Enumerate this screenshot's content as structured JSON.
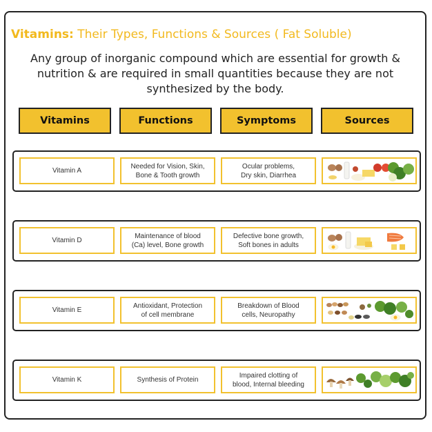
{
  "title": {
    "highlight": "Vitamins:",
    "rest": " Their Types, Functions & Sources ( Fat Soluble)"
  },
  "intro": "Any group of inorganic compound which are essential for growth & nutrition & are required in small quantities because they are not synthesized by the body.",
  "headers": [
    "Vitamins",
    "Functions",
    "Symptoms",
    "Sources"
  ],
  "rows": [
    {
      "vitamin": "Vitamin A",
      "function": [
        "Needed for Vision, Skin,",
        "Bone & Tooth growth"
      ],
      "symptoms": [
        "Ocular problems,",
        "Dry skin, Diarrhea"
      ],
      "sources_icons": [
        "potato-icon",
        "milk-bottle-icon",
        "cheese-icon",
        "tomato-icon",
        "broccoli-icon",
        "cabbage-icon"
      ]
    },
    {
      "vitamin": "Vitamin D",
      "function": [
        "Maintenance of blood",
        "(Ca) level, Bone growth"
      ],
      "symptoms": [
        "Defective bone growth,",
        "Soft bones in adults"
      ],
      "sources_icons": [
        "potato-icon",
        "milk-bottle-icon",
        "cheese-icon",
        "salmon-icon",
        "egg-icon"
      ]
    },
    {
      "vitamin": "Vitamin E",
      "function": [
        "Antioxidant, Protection",
        "of cell membrane"
      ],
      "symptoms": [
        "Breakdown of Blood",
        "cells, Neuropathy"
      ],
      "sources_icons": [
        "nuts-icon",
        "seeds-icon",
        "broccoli-icon",
        "cabbage-icon",
        "egg-icon"
      ]
    },
    {
      "vitamin": "Vitamin K",
      "function": [
        "Synthesis of Protein"
      ],
      "symptoms": [
        "Impaired clotting of",
        "blood, Internal bleeding"
      ],
      "sources_icons": [
        "mushroom-icon",
        "broccoli-icon",
        "cabbage-icon",
        "lettuce-icon"
      ]
    }
  ],
  "colors": {
    "accent": "#f2c12e",
    "title": "#f2b91e",
    "border": "#222222"
  }
}
